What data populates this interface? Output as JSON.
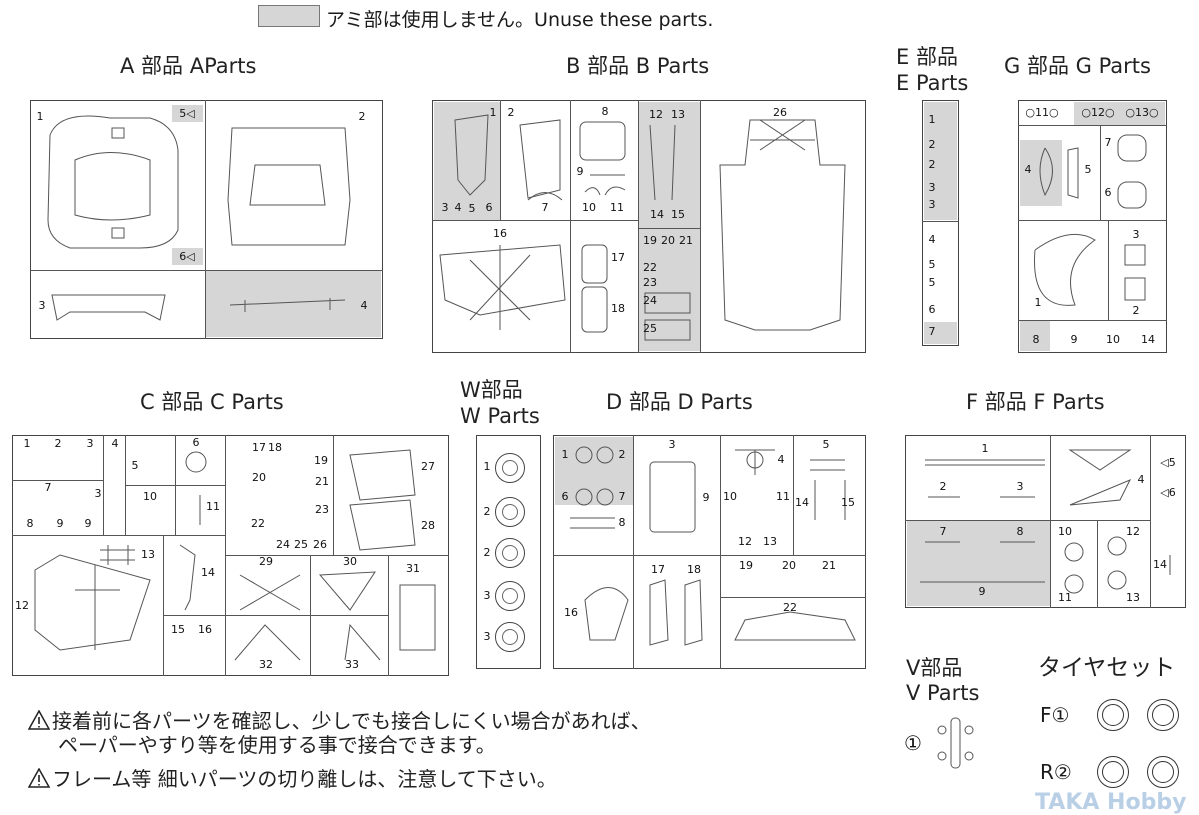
{
  "legend": {
    "text": "アミ部は使用しません。Unuse these parts.",
    "swatch_color": "#d6d6d6"
  },
  "runners": {
    "A": {
      "title": "A 部品  AParts",
      "parts": [
        "1",
        "2",
        "3",
        "4",
        "5◁",
        "6◁"
      ]
    },
    "B": {
      "title": "B 部品  B Parts",
      "parts": [
        "1",
        "2",
        "3",
        "4",
        "5",
        "6",
        "7",
        "8",
        "9",
        "10",
        "11",
        "12",
        "13",
        "14",
        "15",
        "16",
        "17",
        "18",
        "19",
        "20",
        "21",
        "22",
        "23",
        "24",
        "25",
        "26"
      ]
    },
    "E": {
      "title_jp": "E 部品",
      "title_en": "E Parts",
      "parts": [
        "1",
        "2",
        "2",
        "3",
        "3",
        "4",
        "5",
        "5",
        "6",
        "7"
      ]
    },
    "G": {
      "title": "G 部品  G Parts",
      "parts": [
        "○11○",
        "○12○",
        "○13○",
        "4",
        "5",
        "7",
        "6",
        "1",
        "3",
        "2",
        "8",
        "9",
        "10",
        "14"
      ]
    },
    "C": {
      "title": "C 部品  C Parts",
      "parts": [
        "1",
        "2",
        "3",
        "4",
        "5",
        "6",
        "7",
        "3",
        "8",
        "9",
        "9",
        "10",
        "11",
        "12",
        "13",
        "14",
        "15",
        "16",
        "17",
        "18",
        "19",
        "20",
        "21",
        "22",
        "23",
        "24",
        "25",
        "26",
        "27",
        "28",
        "29",
        "30",
        "31",
        "32",
        "33"
      ]
    },
    "W": {
      "title_jp": "W部品",
      "title_en": "W Parts",
      "parts": [
        "1",
        "2",
        "2",
        "3",
        "3"
      ]
    },
    "D": {
      "title": "D 部品  D Parts",
      "parts": [
        "1",
        "2",
        "3",
        "4",
        "5",
        "6",
        "7",
        "8",
        "9",
        "10",
        "11",
        "12",
        "13",
        "14",
        "15",
        "16",
        "17",
        "18",
        "19",
        "20",
        "21",
        "22"
      ]
    },
    "F": {
      "title": "F 部品  F Parts",
      "parts": [
        "1",
        "2",
        "3",
        "4",
        "◁5",
        "◁6",
        "7",
        "8",
        "9",
        "10",
        "11",
        "12",
        "13",
        "14"
      ]
    },
    "V": {
      "title_jp": "V部品",
      "title_en": "V Parts",
      "parts": [
        "①"
      ]
    }
  },
  "tire_set": {
    "title": "タイヤセット",
    "front_label": "F①",
    "rear_label": "R②"
  },
  "notes": [
    "接着前に各パーツを確認し、少しでも接合しにくい場合があれば、",
    "ペーパーやすり等を使用する事で接合できます。",
    "フレーム等 細いパーツの切り離しは、注意して下さい。"
  ],
  "icons": {
    "warning": "warning-triangle-icon"
  },
  "watermark": "TAKA Hobby"
}
